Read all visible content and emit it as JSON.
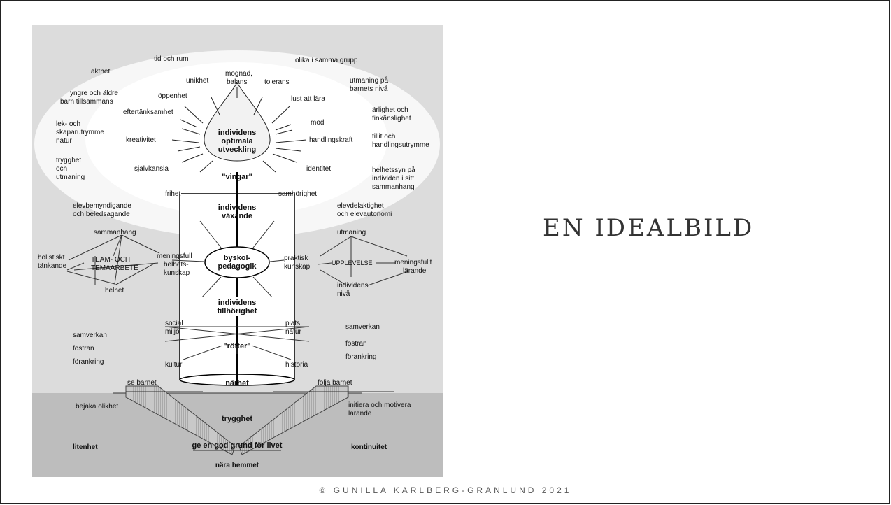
{
  "slide": {
    "title": "EN IDEALBILD",
    "copyright": "© GUNILLA KARLBERG-GRANLUND 2021"
  },
  "diagram": {
    "halo": {
      "outer_left": [
        "tid och rum",
        "äkthet",
        "yngre och äldre",
        "barn tillsammans",
        "lek- och",
        "skaparutrymme",
        "natur",
        "trygghet",
        "och",
        "utmaning"
      ],
      "outer_right": [
        "olika i samma grupp",
        "utmaning på",
        "barnets nivå",
        "ärlighet och",
        "finkänslighet",
        "tillit och",
        "handlingsutrymme",
        "helhetssyn på",
        "individen i sitt",
        "sammanhang"
      ],
      "rays": [
        "unikhet",
        "mognad,",
        "balans",
        "tolerans",
        "öppenhet",
        "lust att lära",
        "eftertänksamhet",
        "mod",
        "kreativitet",
        "handlingskraft",
        "självkänsla",
        "identitet"
      ]
    },
    "flame": [
      "individens",
      "optimala",
      "utveckling"
    ],
    "wings": {
      "label": "\"vingar\"",
      "left": "frihet",
      "right": "samhörighet"
    },
    "growth": [
      "individens",
      "växande"
    ],
    "left_network": {
      "top": [
        "elevbemyndigande",
        "och beledsagande"
      ],
      "sammanhang": "sammanhang",
      "holistiskt": [
        "holistiskt",
        "tänkande"
      ],
      "team": [
        "TEAM- OCH",
        "TEMAARBETE"
      ],
      "helhet": "helhet",
      "meaningful": [
        "meningsfull",
        "helhets-",
        "kunskap"
      ]
    },
    "right_network": {
      "top": [
        "elevdelaktighet",
        "och elevautonomi"
      ],
      "utmaning": "utmaning",
      "praktisk": [
        "praktisk",
        "kunskap"
      ],
      "upplevelse": "UPPLEVELSE",
      "meningsfullt": [
        "meningsfullt",
        "lärande"
      ],
      "individens_niva": [
        "individens",
        "nivå"
      ]
    },
    "center": [
      "byskol-",
      "pedagogik"
    ],
    "belonging": [
      "individens",
      "tillhörighet"
    ],
    "roots": {
      "label": "\"rötter\"",
      "social": [
        "social",
        "miljö"
      ],
      "plats": [
        "plats,",
        "natur"
      ],
      "kultur": "kultur",
      "historia": "historia",
      "narhet": "närhet"
    },
    "sides": {
      "left": [
        "samverkan",
        "fostran",
        "förankring"
      ],
      "right": [
        "samverkan",
        "fostran",
        "förankring"
      ]
    },
    "base": {
      "se_barnet": "se barnet",
      "folja_barnet": "följa barnet",
      "bejaka": "bejaka olikhet",
      "initiera": [
        "initiera och motivera",
        "lärande"
      ],
      "trygghet": "trygghet",
      "litenhet": "litenhet",
      "kontinuitet": "kontinuitet",
      "grund": "ge en god grund för livet",
      "nara": "nära hemmet"
    }
  }
}
